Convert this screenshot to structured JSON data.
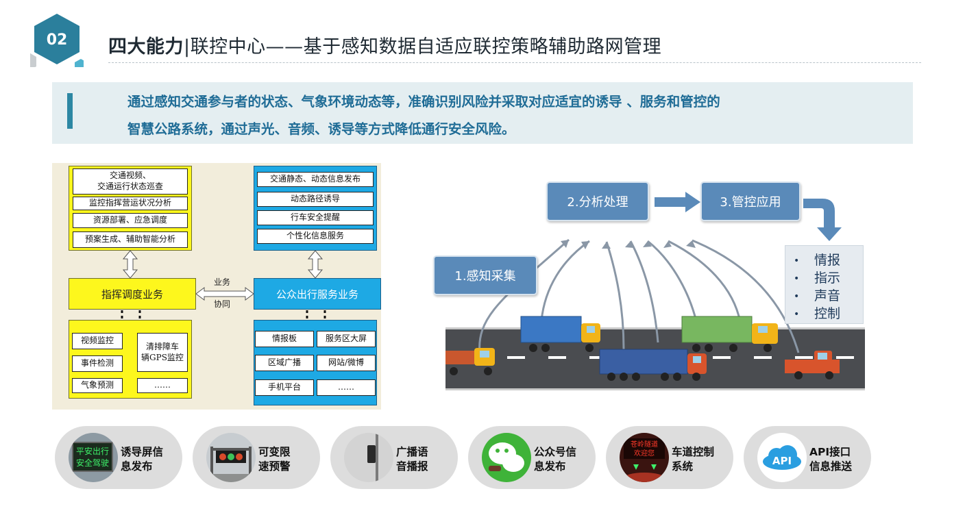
{
  "header": {
    "badge": "02",
    "title_bold": "四大能力",
    "title_rest": "|联控中心——基于感知数据自适应联控策略辅助路网管理"
  },
  "banner": {
    "line1": "通过感知交通参与者的状态、气象环境动态等，准确识别风险并采取对应适宜的诱导 、服务和管控的",
    "line2": "智慧公路系统，通过声光、音频、诱导等方式降低通行安全风险。"
  },
  "diagram": {
    "top_left": [
      "交通视频、交通运行状态巡查",
      "监控指挥营运状况分析",
      "资源部署、应急调度",
      "预案生成、辅助智能分析"
    ],
    "top_left_first_lines": [
      "交通视频、",
      "交通运行状态巡查"
    ],
    "top_right": [
      "交通静态、动态信息发布",
      "动态路径诱导",
      "行车安全提醒",
      "个性化信息服务"
    ],
    "major_left": "指挥调度业务",
    "major_right": "公众出行服务业务",
    "middle_top": "业务",
    "middle_bottom": "协同",
    "bottom_left": [
      "视频监控",
      "事件检测",
      "气象预测",
      "……"
    ],
    "bottom_left_gps_lines": [
      "清排障车",
      "辆GPS监控"
    ],
    "bottom_right": [
      "情报板",
      "服务区大屏",
      "区域广播",
      "网站/微博",
      "手机平台",
      "……"
    ]
  },
  "flow": {
    "sense": "1.感知采集",
    "analysis": "2.分析处理",
    "control": "3.管控应用",
    "bullet": "•",
    "outputs": [
      "情报",
      "指示",
      "声音",
      "控制"
    ]
  },
  "pills": [
    {
      "lines": [
        "诱导屏信",
        "息发布"
      ],
      "thumb_text": [
        "平安出行",
        "安全驾驶"
      ],
      "icon": "led-sign-icon"
    },
    {
      "lines": [
        "可变限",
        "速预警"
      ],
      "icon": "gantry-sign-icon"
    },
    {
      "lines": [
        "广播语",
        "音播报"
      ],
      "icon": "speaker-pole-icon"
    },
    {
      "lines": [
        "公众号信",
        "息发布"
      ],
      "icon": "wechat-icon"
    },
    {
      "lines": [
        "车道控制",
        "系统"
      ],
      "thumb_text": [
        "苍岭隧道",
        "欢迎您"
      ],
      "icon": "tunnel-lane-icon"
    },
    {
      "lines": [
        "API接口",
        "信息推送"
      ],
      "thumb_text": [
        "API"
      ],
      "icon": "api-cloud-icon"
    }
  ],
  "colors": {
    "accent": "#2c87a3",
    "banner_text": "#1f6c96",
    "flow_box": "#5a8ab9",
    "yellow": "#fdf71d",
    "blue": "#1ea9e4"
  }
}
